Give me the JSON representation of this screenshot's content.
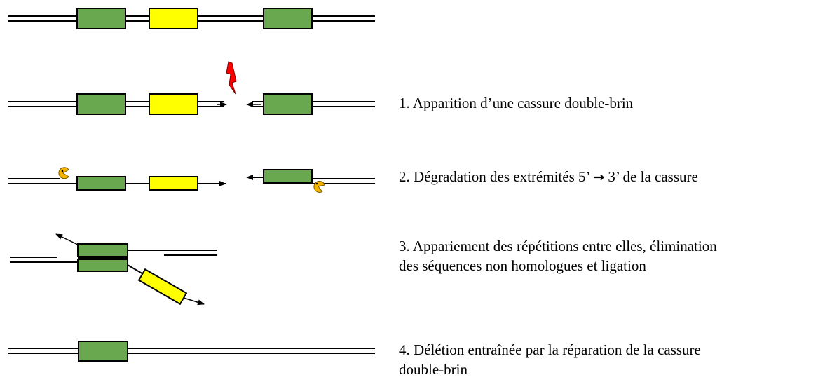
{
  "colors": {
    "repeat": "#6aa84f",
    "insert": "#ffff00",
    "stroke": "#000000",
    "bolt": "#ff0000",
    "exonuclease": "#f5b400"
  },
  "icons": [
    "lightning-bolt-icon",
    "exonuclease-pacman-icon"
  ],
  "steps": {
    "s1": "1. Apparition d’une cassure double-brin",
    "s2_before": "2. Dégradation des extrémités 5’ ",
    "s2_arrow": "→",
    "s2_after": " 3’ de la cassure",
    "s3_line1": "3. Appariement des répétitions entre elles, élimination",
    "s3_line2": "des séquences non homologues et ligation",
    "s4_line1": "4. Délétion entraînée par la réparation de la cassure",
    "s4_line2": "double-brin"
  }
}
